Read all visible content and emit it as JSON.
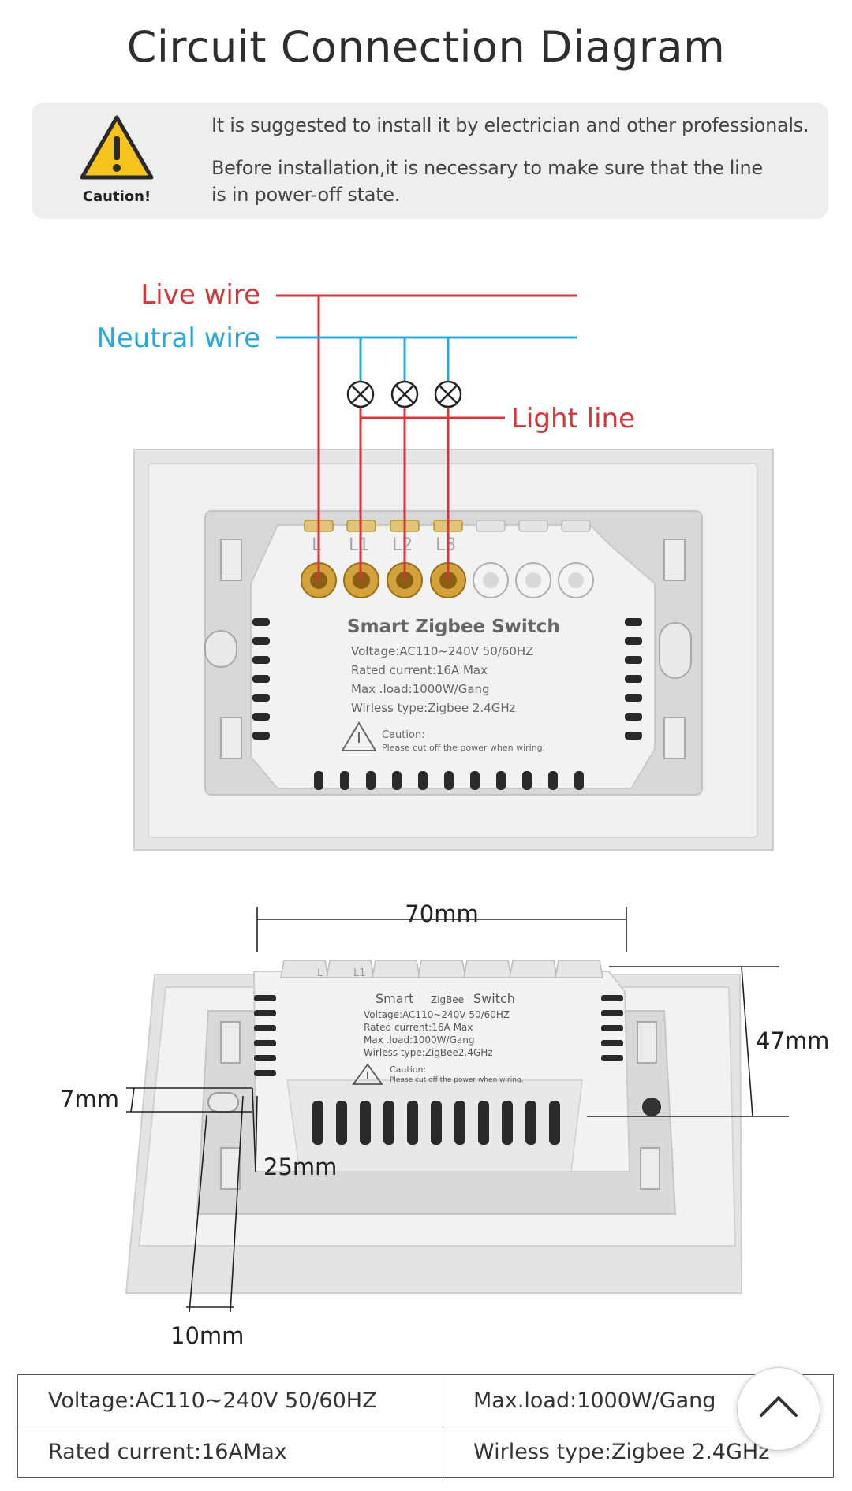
{
  "title": "Circuit Connection Diagram",
  "caution": {
    "label": "Caution!",
    "line1": "It is suggested to install it by electrician and other professionals.",
    "line2": "Before installation,it is necessary to make sure that the line is in power-off state."
  },
  "wiring": {
    "live_wire": "Live wire",
    "neutral_wire": "Neutral wire",
    "light_line": "Light line",
    "terminals": [
      "L",
      "L1",
      "L2",
      "L3"
    ],
    "colors": {
      "live": "#d4363b",
      "neutral": "#29a8dc"
    }
  },
  "device_label": {
    "name": "Smart Zigbee Switch",
    "voltage": "Voltage:AC110~240V  50/60HZ",
    "current": "Rated current:16A Max",
    "load": "Max .load:1000W/Gang",
    "wireless": "Wirless type:Zigbee 2.4GHz",
    "caution": "Caution:",
    "caution_note": "Please cut off the power when wiring."
  },
  "device_label_2": {
    "name_a": "Smart",
    "name_b": "ZigBee",
    "name_c": "Switch",
    "voltage": "Voltage:AC110~240V  50/60HZ",
    "current": "Rated current:16A Max",
    "load": "Max .load:1000W/Gang",
    "wireless": "Wirless type:ZigBee2.4GHz",
    "caution": "Caution:",
    "caution_note": "Please cut off the power when wiring.",
    "terminals": [
      "L",
      "L1"
    ]
  },
  "dimensions": {
    "width": "70mm",
    "height": "47mm",
    "left_offset": "7mm",
    "depth": "25mm",
    "base": "10mm"
  },
  "specs": [
    [
      "Voltage:AC110~240V 50/60HZ",
      "Max.load:1000W/Gang"
    ],
    [
      "Rated current:16AMax",
      "Wirless type:Zigbee 2.4GHz"
    ]
  ],
  "icons": {
    "caution": "warning-triangle-icon",
    "scroll_top": "chevron-up-icon"
  }
}
